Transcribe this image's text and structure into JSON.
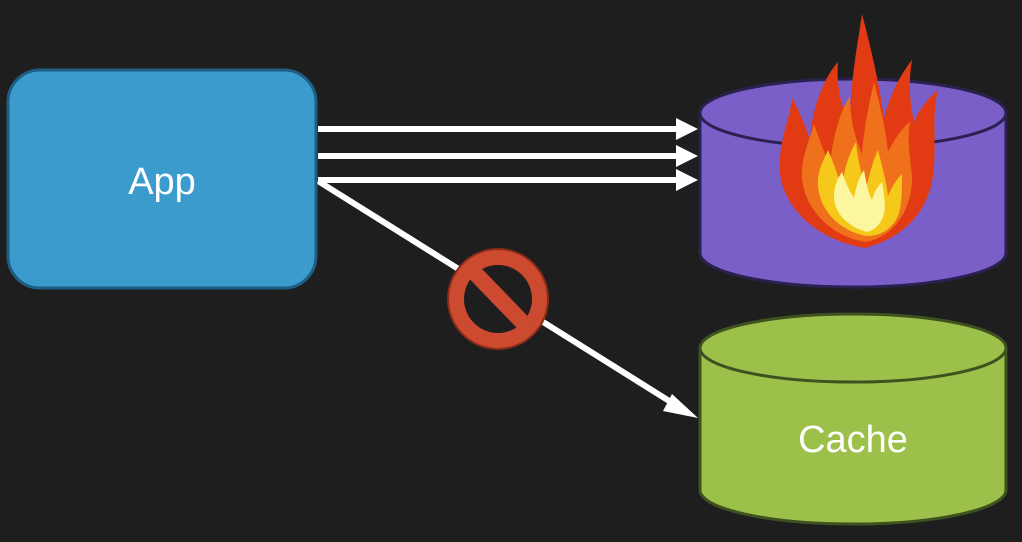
{
  "app": {
    "label": "App",
    "color": "#3c9bcd",
    "border_color": "#1f5e84"
  },
  "database": {
    "color": "#7a5fc8",
    "border_color": "#2b2150",
    "status_icon": "fire-icon"
  },
  "cache": {
    "label": "Cache",
    "color": "#9cc04a",
    "border_color": "#3e5220"
  },
  "connections": {
    "app_to_database_count": 3,
    "app_to_cache_blocked": true,
    "arrow_color": "#ffffff",
    "blocked_icon": "prohibited-icon",
    "blocked_color": "#cc4a2f"
  }
}
